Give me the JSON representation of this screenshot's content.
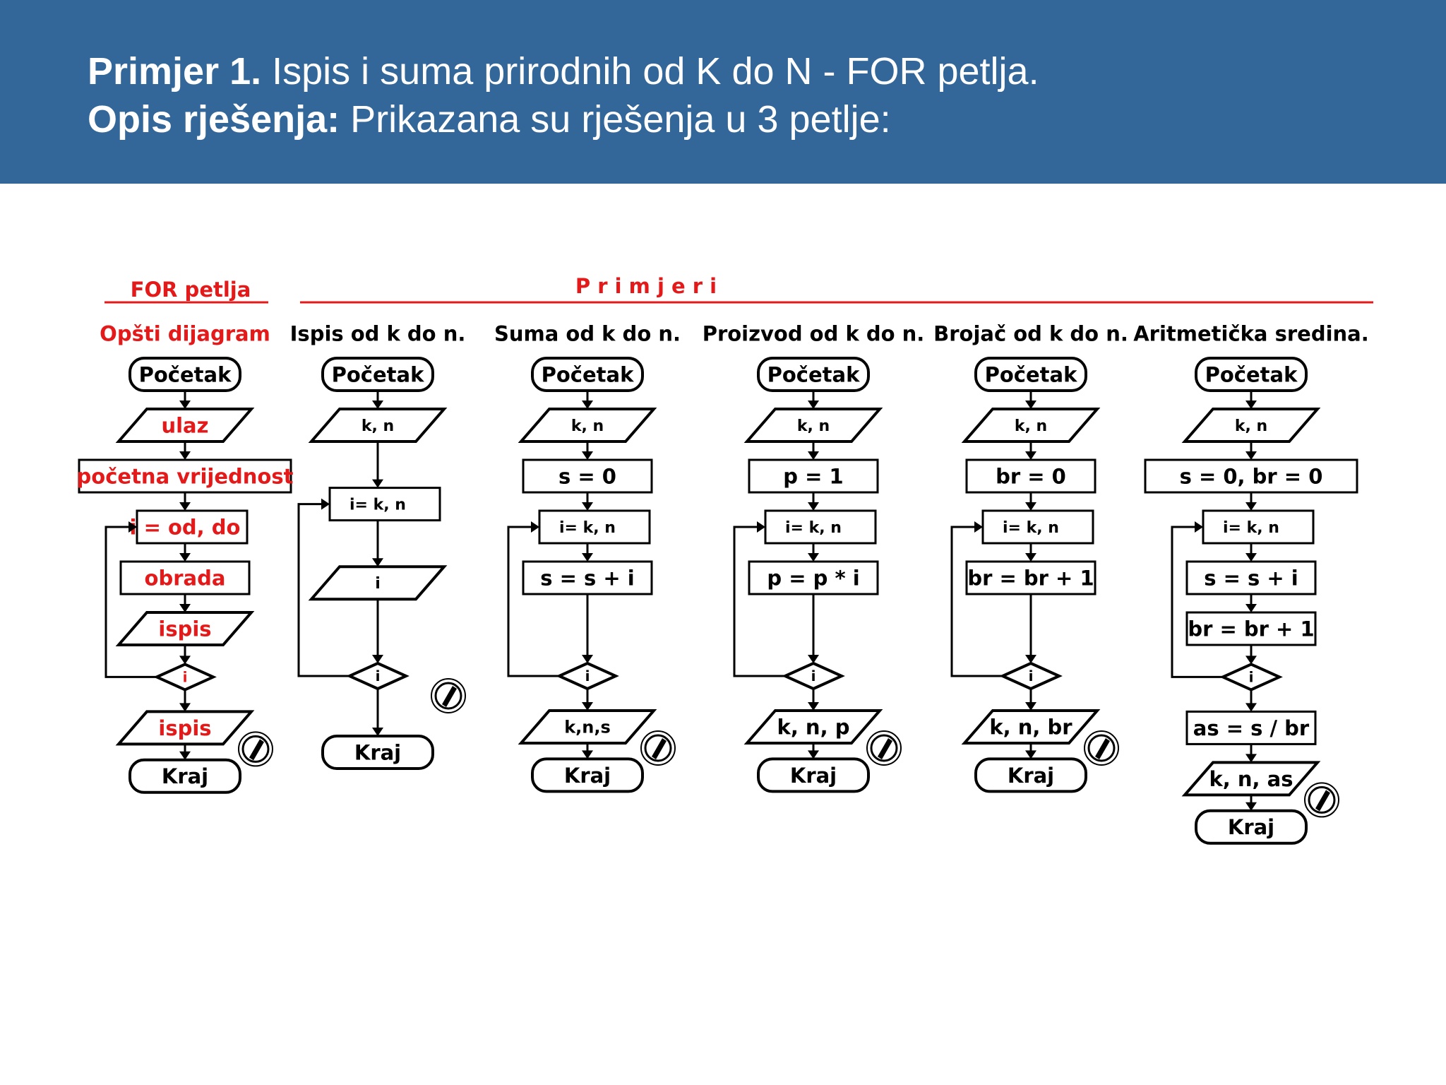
{
  "header": {
    "line1_bold": "Primjer 1.",
    "line1_text": " Ispis i suma prirodnih od K do N - FOR petlja.",
    "line2_bold": "Opis rješenja:",
    "line2_text": " Prikazana su rješenja u 3 petlje:"
  },
  "section_general": "FOR petlja",
  "section_examples": "P r i m j e r i",
  "colors": {
    "header_bg": "#336699",
    "accent_red": "#e41a1a",
    "ink": "#000000"
  },
  "flowcharts": [
    {
      "title": "Opšti dijagram",
      "red": true,
      "start": "Početak",
      "input": "ulaz",
      "init": [
        "početna vrijednost"
      ],
      "loop": "i = od, do",
      "body": [
        {
          "type": "process",
          "text": "obrada"
        },
        {
          "type": "io",
          "text": "ispis"
        }
      ],
      "decision": "i",
      "output": "ispis",
      "end": "Kraj"
    },
    {
      "title": "Ispis od k do n.",
      "red": false,
      "start": "Početak",
      "input": "k, n",
      "init": [],
      "loop": "i= k,   n",
      "body": [
        {
          "type": "io",
          "text": "i"
        }
      ],
      "decision": "i",
      "output": null,
      "end": "Kraj"
    },
    {
      "title": "Suma od k do n.",
      "red": false,
      "start": "Početak",
      "input": "k, n",
      "init": [
        "s = 0"
      ],
      "loop": "i= k,   n",
      "body": [
        {
          "type": "process",
          "text": "s = s + i"
        }
      ],
      "decision": "i",
      "output": "k,n,s",
      "end": "Kraj"
    },
    {
      "title": "Proizvod od k do n.",
      "red": false,
      "start": "Početak",
      "input": "k, n",
      "init": [
        "p = 1"
      ],
      "loop": "i= k,   n",
      "body": [
        {
          "type": "process",
          "text": "p = p * i"
        }
      ],
      "decision": "i",
      "output": "k, n, p",
      "end": "Kraj"
    },
    {
      "title": "Brojač od k do n.",
      "red": false,
      "start": "Početak",
      "input": "k, n",
      "init": [
        "br = 0"
      ],
      "loop": "i= k,   n",
      "body": [
        {
          "type": "process",
          "text": "br = br + 1"
        }
      ],
      "decision": "i",
      "output": "k, n, br",
      "end": "Kraj"
    },
    {
      "title": "Aritmetička sredina.",
      "red": false,
      "start": "Početak",
      "input": "k, n",
      "init": [
        "s = 0, br = 0"
      ],
      "loop": "i= k,   n",
      "body": [
        {
          "type": "process",
          "text": "s = s + i"
        },
        {
          "type": "process",
          "text": "br = br + 1"
        }
      ],
      "decision": "i",
      "post": [
        "as = s / br"
      ],
      "output": "k, n, as",
      "end": "Kraj"
    }
  ]
}
